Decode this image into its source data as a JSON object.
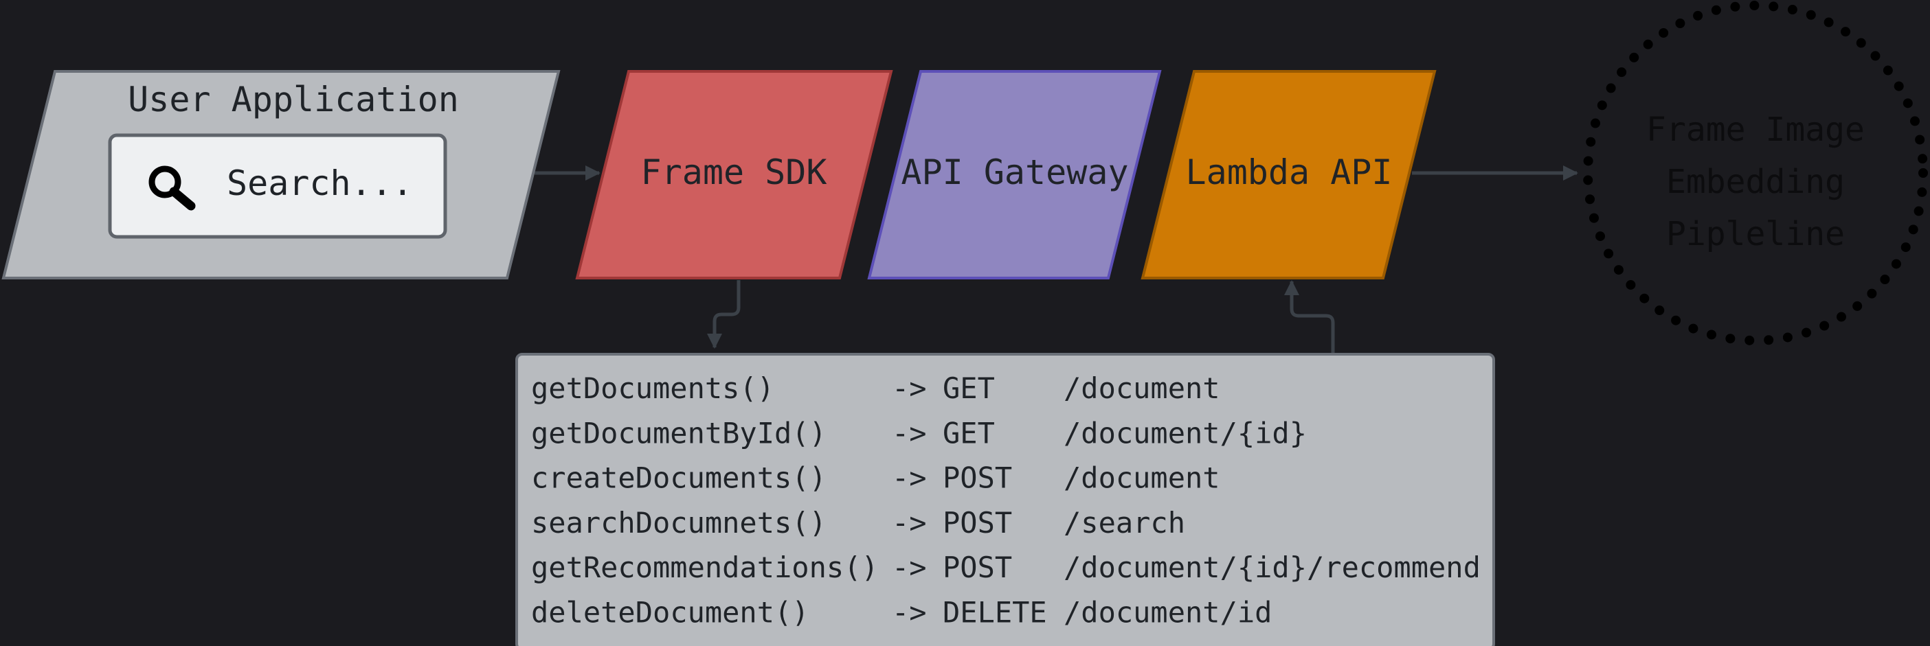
{
  "user_app": {
    "title": "User Application",
    "search_placeholder": "Search...",
    "search_icon": "magnifier-icon"
  },
  "nodes": {
    "frame_sdk": {
      "label": "Frame SDK",
      "fill": "#cf5e5e",
      "stroke": "#a03838"
    },
    "api_gateway": {
      "label": "API Gateway",
      "fill": "#8f86c0",
      "stroke": "#5d50b8"
    },
    "lambda_api": {
      "label": "Lambda API",
      "fill": "#cf7a04",
      "stroke": "#9a5a00"
    },
    "pipeline": {
      "lines": [
        "Frame Image",
        "Embedding",
        "Pipleline"
      ]
    }
  },
  "endpoints": [
    {
      "fn": "getDocuments()",
      "arrow": "->",
      "method": "GET",
      "path": "/document"
    },
    {
      "fn": "getDocumentById()",
      "arrow": "->",
      "method": "GET",
      "path": "/document/{id}"
    },
    {
      "fn": "createDocuments()",
      "arrow": "->",
      "method": "POST",
      "path": "/document"
    },
    {
      "fn": "searchDocumnets()",
      "arrow": "->",
      "method": "POST",
      "path": "/search"
    },
    {
      "fn": "getRecommendations()",
      "arrow": "->",
      "method": "POST",
      "path": "/document/{id}/recommend"
    },
    {
      "fn": "deleteDocument()",
      "arrow": "->",
      "method": "DELETE",
      "path": "/document/id"
    }
  ],
  "colors": {
    "background": "#1b1b1f",
    "gray_box": "#b8bbbf",
    "connector": "#3b4148"
  }
}
